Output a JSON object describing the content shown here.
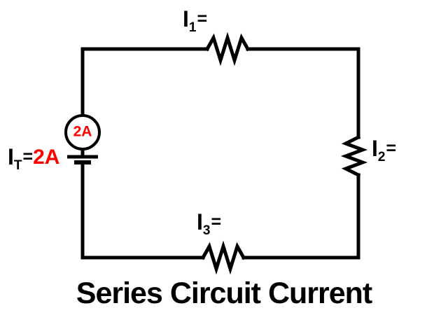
{
  "title": "Series Circuit Current",
  "colors": {
    "line": "#000000",
    "accent": "#ff0000",
    "background": "#ffffff"
  },
  "source": {
    "reading": "2A"
  },
  "labels": {
    "i1": {
      "symbol": "I",
      "subscript": "1",
      "equals": "="
    },
    "i2": {
      "symbol": "I",
      "subscript": "2",
      "equals": "="
    },
    "i3": {
      "symbol": "I",
      "subscript": "3",
      "equals": "="
    },
    "it": {
      "symbol": "I",
      "subscript": "T",
      "equals": "=",
      "value": "2A"
    }
  },
  "symbols": {
    "current_source": "circle-meter",
    "battery": "long-short-bars",
    "resistor": "zigzag"
  }
}
